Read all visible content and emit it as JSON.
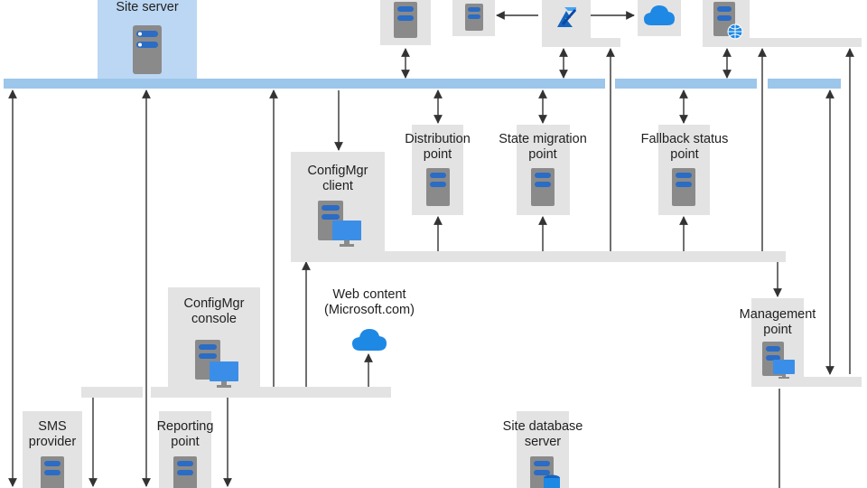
{
  "nodes": {
    "site_server": "Site server",
    "distribution_point": "Distribution point",
    "state_migration_point": "State migration point",
    "fallback_status_point": "Fallback status point",
    "configmgr_client": "ConfigMgr client",
    "configmgr_console": "ConfigMgr console",
    "web_content": "Web content (Microsoft.com)",
    "management_point": "Management point",
    "sms_provider": "SMS provider",
    "reporting_point": "Reporting point",
    "site_database_server": "Site database server"
  },
  "icons": [
    "server-icon",
    "monitor-icon",
    "cloud-icon",
    "azure-icon",
    "globe-icon",
    "database-icon"
  ],
  "colors": {
    "network_bus": "#9cc6ea",
    "site_server_box": "#bcd7f3",
    "node_box": "#e3e3e3",
    "server_body": "#8a8a8a",
    "server_led": "#2b6cc4",
    "cloud": "#1e88e5",
    "monitor": "#3b8ee8",
    "arrow": "#333333"
  }
}
